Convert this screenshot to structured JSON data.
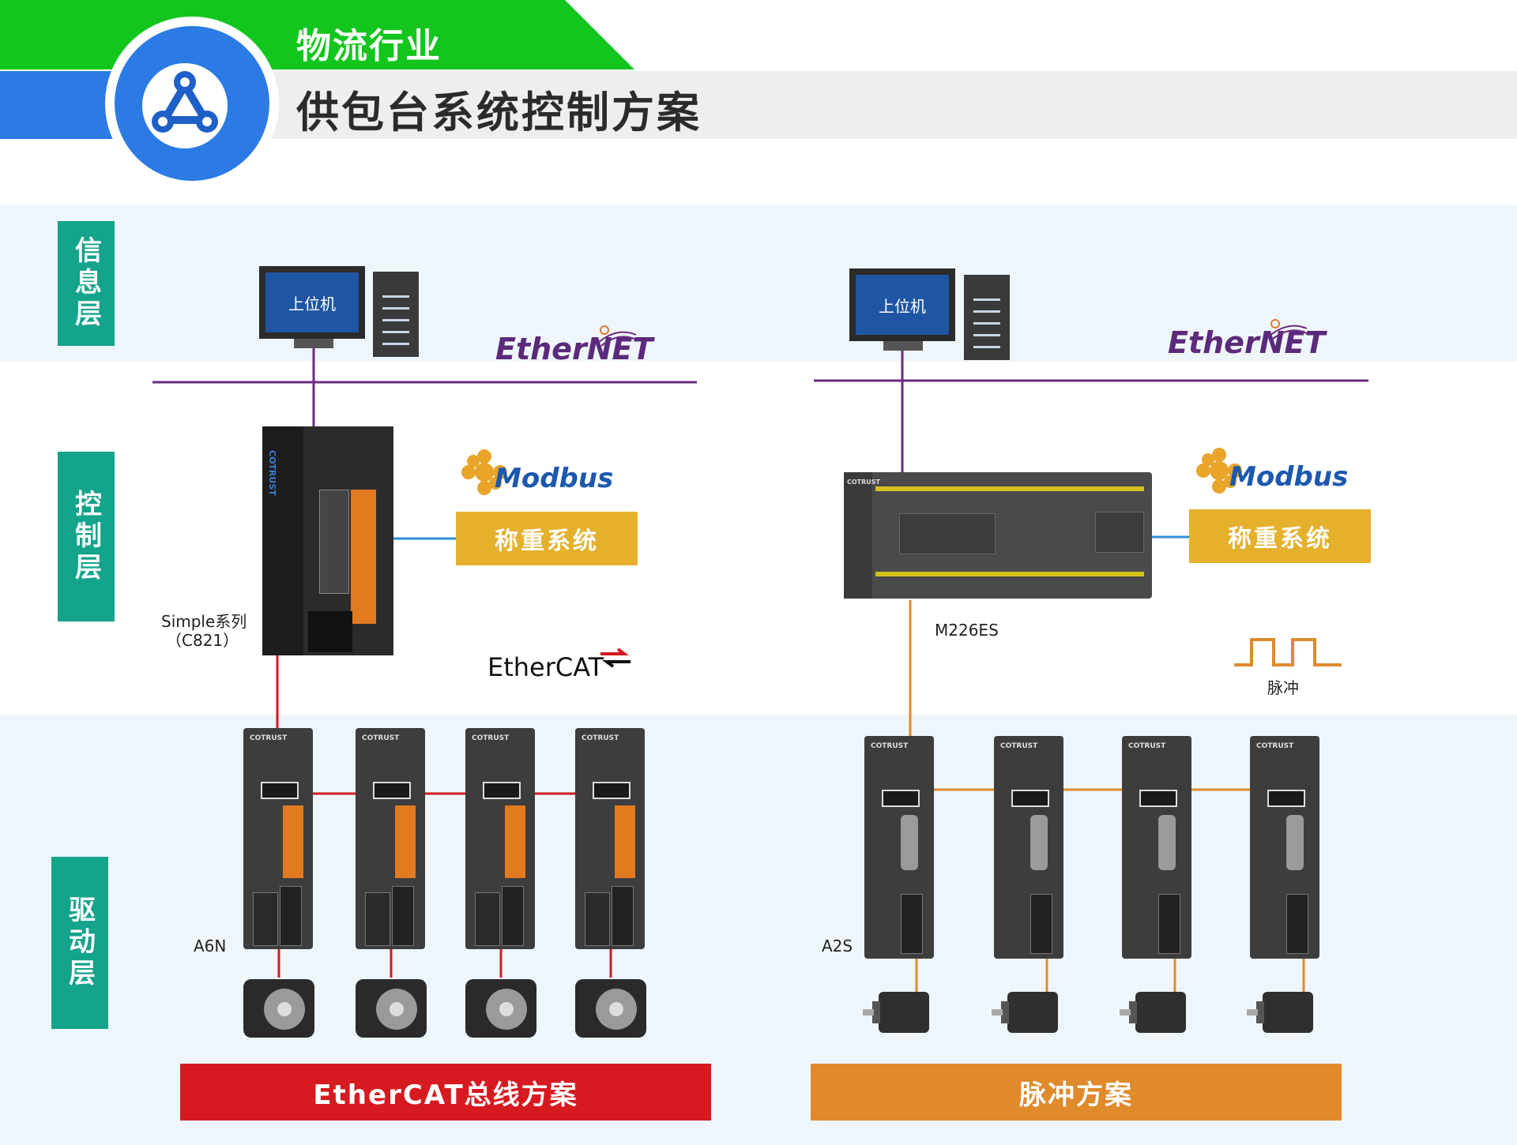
{
  "header": {
    "industry": "物流行业",
    "title": "供包台系统控制方案"
  },
  "layers": {
    "info": "信息层",
    "control": "控制层",
    "drive": "驱动层"
  },
  "left": {
    "host_label": "上位机",
    "network": "EtherNET",
    "modbus": "Modbus",
    "weighing": "称重系统",
    "controller_line1": "Simple系列",
    "controller_line2": "（C821）",
    "fieldbus": "EtherCAT",
    "drive_model": "A6N",
    "drive_brand": "COTRUST",
    "scheme": "EtherCAT总线方案"
  },
  "right": {
    "host_label": "上位机",
    "network": "EtherNET",
    "modbus": "Modbus",
    "weighing": "称重系统",
    "controller": "M226ES",
    "pulse": "脉冲",
    "drive_model": "A2S",
    "drive_brand": "COTRUST",
    "scheme": "脉冲方案"
  },
  "colors": {
    "header_green": "#12c61d",
    "header_blue": "#2c7be5",
    "layer_teal": "#14a38b",
    "weigh_gold": "#e5b02c",
    "ethernet_line": "#6b2a7e",
    "ethercat_line": "#d21a22",
    "pulse_line": "#e08a2c",
    "modbus_line": "#2a8fd6",
    "ethercat_banner": "#d71920",
    "pulse_banner": "#e08a2c"
  }
}
